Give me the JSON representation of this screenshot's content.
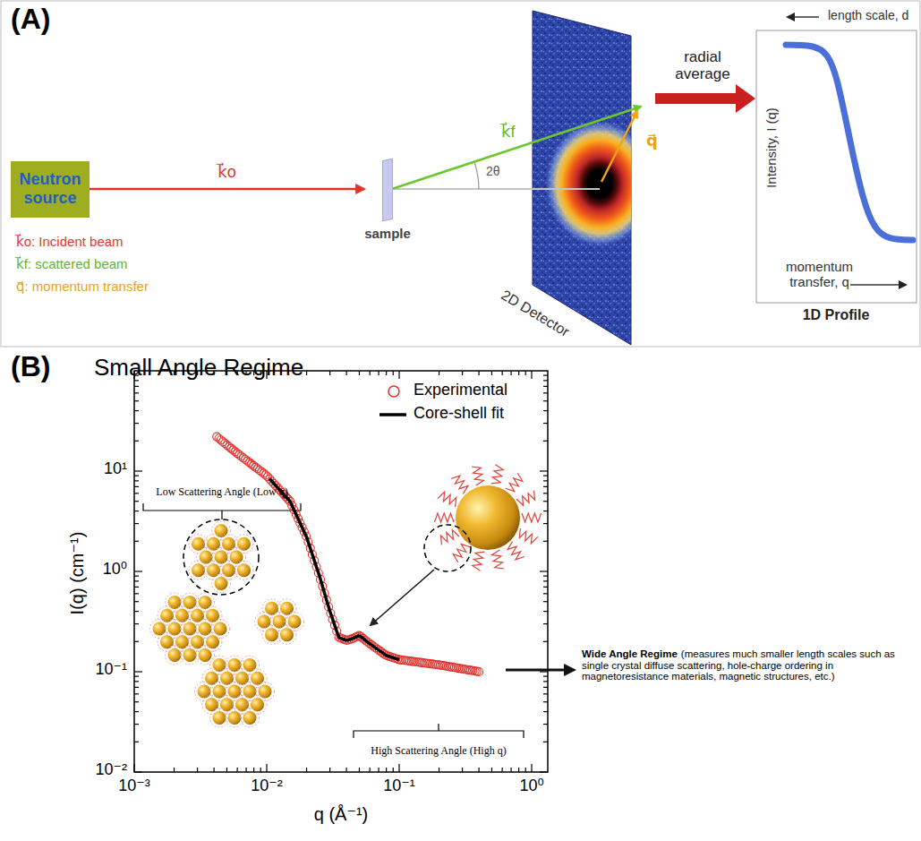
{
  "diagram": {
    "nodes": [
      {
        "text": [
          "Neutron source"
        ]
      },
      {
        "text": [
          "sample"
        ]
      }
    ],
    "edges": [
      {
        "from": 0,
        "to": 1,
        "arrow": "to",
        "label": "k⃗o"
      }
    ],
    "labels": [
      "(A)",
      "k⃗f",
      "q⃗",
      "2θ",
      "k⃗o: Incident beam",
      "k⃗f: scattered beam",
      "q⃗: momentum transfer",
      "2D Detector",
      "radial average",
      "length scale, d",
      "Intensity, I (q)",
      "momentum transfer, q",
      "1D Profile",
      "(B)",
      "Small Angle Regime",
      "10¹",
      "10⁰",
      "10⁻¹",
      "10⁻²",
      "10⁻³",
      "10⁻²",
      "10⁻¹",
      "10⁰",
      "I(q) (cm⁻¹)",
      "q (Å⁻¹)",
      "Low Scattering Angle (Low q)",
      "High Scattering Angle (High q)",
      "Wide Angle Regime",
      "(measures much smaller length scales such as single crystal diffuse scattering, hole-charge ordering in magnetoresistance materials, magnetic structures, etc.)"
    ],
    "legend": [
      {
        "text": "Experimental"
      },
      {
        "text": "Core-shell fit"
      }
    ]
  }
}
